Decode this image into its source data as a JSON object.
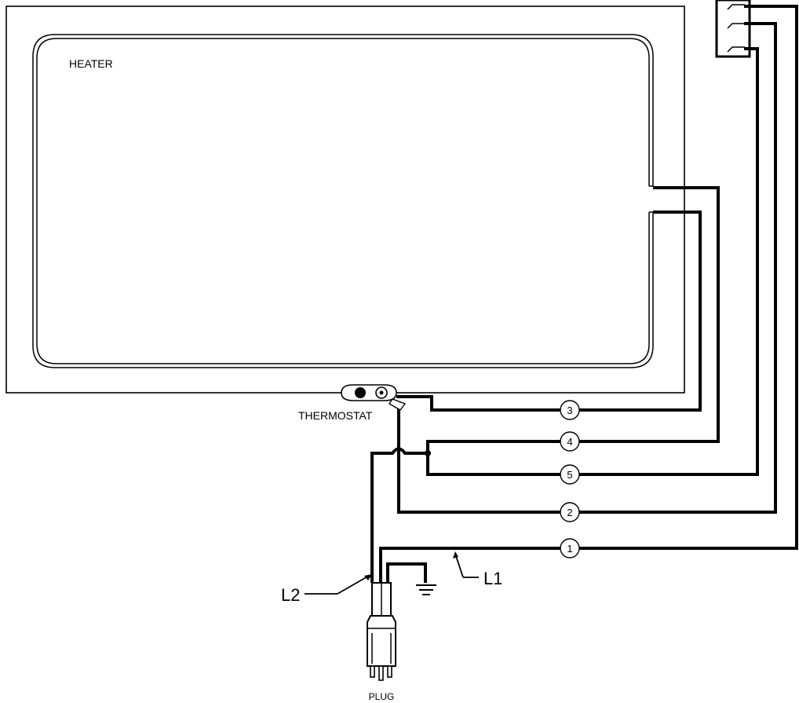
{
  "labels": {
    "heater": "HEATER",
    "thermostat": "THERMOSTAT",
    "plug": "PLUG",
    "l1": "L1",
    "l2": "L2"
  },
  "wire_numbers": {
    "w1": "1",
    "w2": "2",
    "w3": "3",
    "w4": "4",
    "w5": "5"
  }
}
